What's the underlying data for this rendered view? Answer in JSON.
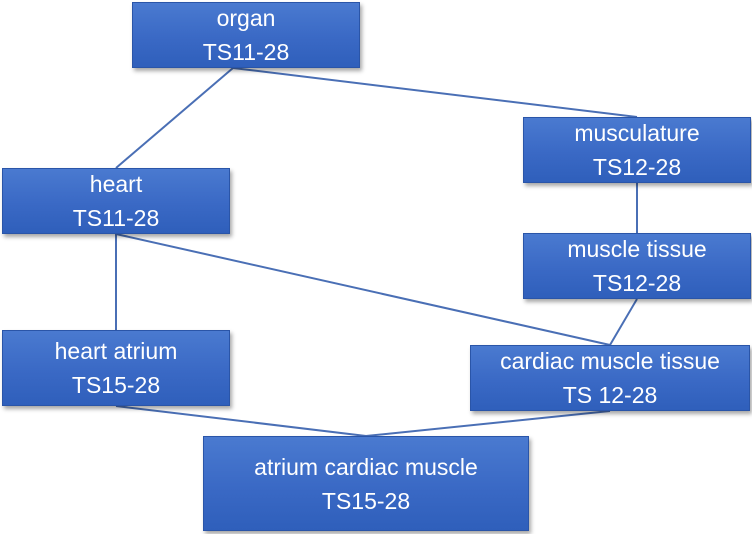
{
  "nodes": {
    "organ": {
      "name": "organ",
      "stage": "TS11-28"
    },
    "musculature": {
      "name": "musculature",
      "stage": "TS12-28"
    },
    "heart": {
      "name": "heart",
      "stage": "TS11-28"
    },
    "muscle": {
      "name": "muscle tissue",
      "stage": "TS12-28"
    },
    "atrium": {
      "name": "heart atrium",
      "stage": "TS15-28"
    },
    "cardiac": {
      "name": "cardiac muscle tissue",
      "stage": "TS 12-28"
    },
    "bottom": {
      "name": "atrium cardiac muscle",
      "stage": "TS15-28"
    }
  },
  "colors": {
    "node_fill": "#3a69c5",
    "edge": "#4a6fb5",
    "text": "#ffffff"
  }
}
